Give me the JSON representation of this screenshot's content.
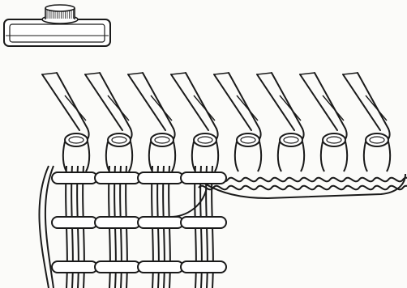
{
  "illustration": {
    "tool_icon": "weight-clip-icon",
    "subject": "knitting-machine-needles-with-stitches",
    "needle_count": 8,
    "fabric_columns": 4,
    "ink_color": "#1a1a1a",
    "paper_color": "#fbfbf9"
  }
}
